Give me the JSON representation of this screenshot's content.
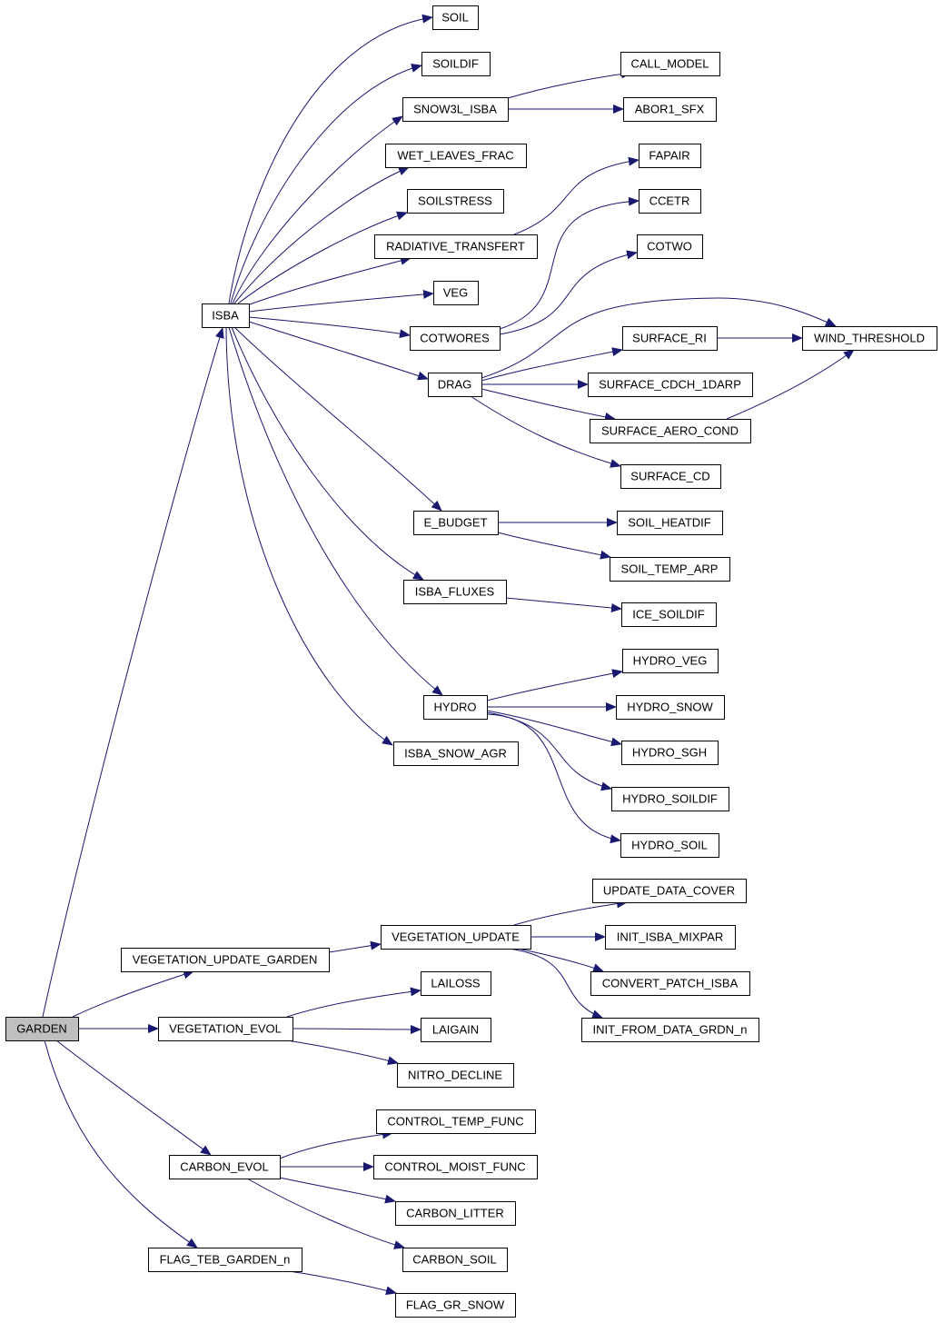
{
  "graph": {
    "root": "GARDEN",
    "nodes": [
      {
        "id": "GARDEN",
        "label": "GARDEN",
        "fill": "#bfbfbf",
        "border": "#000000"
      },
      {
        "id": "ISBA",
        "label": "ISBA"
      },
      {
        "id": "SOIL",
        "label": "SOIL"
      },
      {
        "id": "SOILDIF",
        "label": "SOILDIF"
      },
      {
        "id": "SNOW3L_ISBA",
        "label": "SNOW3L_ISBA"
      },
      {
        "id": "CALL_MODEL",
        "label": "CALL_MODEL",
        "border": "#ff0000"
      },
      {
        "id": "ABOR1_SFX",
        "label": "ABOR1_SFX",
        "border": "#ff0000"
      },
      {
        "id": "WET_LEAVES_FRAC",
        "label": "WET_LEAVES_FRAC"
      },
      {
        "id": "FAPAIR",
        "label": "FAPAIR",
        "border": "#ff0000"
      },
      {
        "id": "SOILSTRESS",
        "label": "SOILSTRESS"
      },
      {
        "id": "CCETR",
        "label": "CCETR"
      },
      {
        "id": "RADIATIVE_TRANSFERT",
        "label": "RADIATIVE_TRANSFERT"
      },
      {
        "id": "COTWO",
        "label": "COTWO"
      },
      {
        "id": "VEG",
        "label": "VEG"
      },
      {
        "id": "COTWORES",
        "label": "COTWORES"
      },
      {
        "id": "SURFACE_RI",
        "label": "SURFACE_RI"
      },
      {
        "id": "WIND_THRESHOLD",
        "label": "WIND_THRESHOLD"
      },
      {
        "id": "DRAG",
        "label": "DRAG"
      },
      {
        "id": "SURFACE_CDCH_1DARP",
        "label": "SURFACE_CDCH_1DARP"
      },
      {
        "id": "SURFACE_AERO_COND",
        "label": "SURFACE_AERO_COND"
      },
      {
        "id": "SURFACE_CD",
        "label": "SURFACE_CD"
      },
      {
        "id": "E_BUDGET",
        "label": "E_BUDGET"
      },
      {
        "id": "SOIL_HEATDIF",
        "label": "SOIL_HEATDIF",
        "border": "#ff0000"
      },
      {
        "id": "SOIL_TEMP_ARP",
        "label": "SOIL_TEMP_ARP",
        "border": "#ff0000"
      },
      {
        "id": "ISBA_FLUXES",
        "label": "ISBA_FLUXES"
      },
      {
        "id": "ICE_SOILDIF",
        "label": "ICE_SOILDIF"
      },
      {
        "id": "HYDRO_VEG",
        "label": "HYDRO_VEG"
      },
      {
        "id": "HYDRO",
        "label": "HYDRO"
      },
      {
        "id": "HYDRO_SNOW",
        "label": "HYDRO_SNOW"
      },
      {
        "id": "HYDRO_SGH",
        "label": "HYDRO_SGH",
        "border": "#ff0000"
      },
      {
        "id": "ISBA_SNOW_AGR",
        "label": "ISBA_SNOW_AGR"
      },
      {
        "id": "HYDRO_SOILDIF",
        "label": "HYDRO_SOILDIF"
      },
      {
        "id": "HYDRO_SOIL",
        "label": "HYDRO_SOIL"
      },
      {
        "id": "UPDATE_DATA_COVER",
        "label": "UPDATE_DATA_COVER",
        "border": "#ff0000"
      },
      {
        "id": "VEGETATION_UPDATE",
        "label": "VEGETATION_UPDATE",
        "border": "#ff0000"
      },
      {
        "id": "INIT_ISBA_MIXPAR",
        "label": "INIT_ISBA_MIXPAR",
        "border": "#ff0000"
      },
      {
        "id": "VEGETATION_UPDATE_GARDEN",
        "label": "VEGETATION_UPDATE_GARDEN"
      },
      {
        "id": "CONVERT_PATCH_ISBA",
        "label": "CONVERT_PATCH_ISBA",
        "border": "#ff0000"
      },
      {
        "id": "LAILOSS",
        "label": "LAILOSS"
      },
      {
        "id": "INIT_FROM_DATA_GRDN_n",
        "label": "INIT_FROM_DATA_GRDN_n"
      },
      {
        "id": "VEGETATION_EVOL",
        "label": "VEGETATION_EVOL"
      },
      {
        "id": "LAIGAIN",
        "label": "LAIGAIN"
      },
      {
        "id": "NITRO_DECLINE",
        "label": "NITRO_DECLINE"
      },
      {
        "id": "CONTROL_TEMP_FUNC",
        "label": "CONTROL_TEMP_FUNC"
      },
      {
        "id": "CARBON_EVOL",
        "label": "CARBON_EVOL"
      },
      {
        "id": "CONTROL_MOIST_FUNC",
        "label": "CONTROL_MOIST_FUNC"
      },
      {
        "id": "CARBON_LITTER",
        "label": "CARBON_LITTER"
      },
      {
        "id": "FLAG_TEB_GARDEN_n",
        "label": "FLAG_TEB_GARDEN_n"
      },
      {
        "id": "CARBON_SOIL",
        "label": "CARBON_SOIL"
      },
      {
        "id": "FLAG_GR_SNOW",
        "label": "FLAG_GR_SNOW"
      }
    ],
    "edges": [
      {
        "from": "GARDEN",
        "to": "ISBA"
      },
      {
        "from": "ISBA",
        "to": "SOIL"
      },
      {
        "from": "ISBA",
        "to": "SOILDIF"
      },
      {
        "from": "ISBA",
        "to": "SNOW3L_ISBA"
      },
      {
        "from": "ISBA",
        "to": "WET_LEAVES_FRAC"
      },
      {
        "from": "ISBA",
        "to": "SOILSTRESS"
      },
      {
        "from": "ISBA",
        "to": "RADIATIVE_TRANSFERT"
      },
      {
        "from": "ISBA",
        "to": "VEG"
      },
      {
        "from": "ISBA",
        "to": "COTWORES"
      },
      {
        "from": "ISBA",
        "to": "DRAG"
      },
      {
        "from": "ISBA",
        "to": "E_BUDGET"
      },
      {
        "from": "ISBA",
        "to": "ISBA_FLUXES"
      },
      {
        "from": "ISBA",
        "to": "HYDRO"
      },
      {
        "from": "ISBA",
        "to": "ISBA_SNOW_AGR"
      },
      {
        "from": "SNOW3L_ISBA",
        "to": "CALL_MODEL"
      },
      {
        "from": "SNOW3L_ISBA",
        "to": "ABOR1_SFX"
      },
      {
        "from": "RADIATIVE_TRANSFERT",
        "to": "FAPAIR"
      },
      {
        "from": "COTWORES",
        "to": "CCETR"
      },
      {
        "from": "COTWORES",
        "to": "COTWO"
      },
      {
        "from": "DRAG",
        "to": "WIND_THRESHOLD"
      },
      {
        "from": "DRAG",
        "to": "SURFACE_RI"
      },
      {
        "from": "DRAG",
        "to": "SURFACE_CDCH_1DARP"
      },
      {
        "from": "DRAG",
        "to": "SURFACE_AERO_COND"
      },
      {
        "from": "DRAG",
        "to": "SURFACE_CD"
      },
      {
        "from": "SURFACE_RI",
        "to": "WIND_THRESHOLD"
      },
      {
        "from": "SURFACE_AERO_COND",
        "to": "WIND_THRESHOLD"
      },
      {
        "from": "E_BUDGET",
        "to": "SOIL_HEATDIF"
      },
      {
        "from": "E_BUDGET",
        "to": "SOIL_TEMP_ARP"
      },
      {
        "from": "ISBA_FLUXES",
        "to": "ICE_SOILDIF"
      },
      {
        "from": "HYDRO",
        "to": "HYDRO_VEG"
      },
      {
        "from": "HYDRO",
        "to": "HYDRO_SNOW"
      },
      {
        "from": "HYDRO",
        "to": "HYDRO_SGH"
      },
      {
        "from": "HYDRO",
        "to": "HYDRO_SOILDIF"
      },
      {
        "from": "HYDRO",
        "to": "HYDRO_SOIL"
      },
      {
        "from": "GARDEN",
        "to": "VEGETATION_UPDATE_GARDEN"
      },
      {
        "from": "VEGETATION_UPDATE_GARDEN",
        "to": "VEGETATION_UPDATE"
      },
      {
        "from": "VEGETATION_UPDATE",
        "to": "UPDATE_DATA_COVER"
      },
      {
        "from": "VEGETATION_UPDATE",
        "to": "INIT_ISBA_MIXPAR"
      },
      {
        "from": "VEGETATION_UPDATE",
        "to": "CONVERT_PATCH_ISBA"
      },
      {
        "from": "VEGETATION_UPDATE",
        "to": "INIT_FROM_DATA_GRDN_n"
      },
      {
        "from": "GARDEN",
        "to": "VEGETATION_EVOL"
      },
      {
        "from": "VEGETATION_EVOL",
        "to": "LAILOSS"
      },
      {
        "from": "VEGETATION_EVOL",
        "to": "LAIGAIN"
      },
      {
        "from": "VEGETATION_EVOL",
        "to": "NITRO_DECLINE"
      },
      {
        "from": "GARDEN",
        "to": "CARBON_EVOL"
      },
      {
        "from": "CARBON_EVOL",
        "to": "CONTROL_TEMP_FUNC"
      },
      {
        "from": "CARBON_EVOL",
        "to": "CONTROL_MOIST_FUNC"
      },
      {
        "from": "CARBON_EVOL",
        "to": "CARBON_LITTER"
      },
      {
        "from": "CARBON_EVOL",
        "to": "CARBON_SOIL"
      },
      {
        "from": "GARDEN",
        "to": "FLAG_TEB_GARDEN_n"
      },
      {
        "from": "FLAG_TEB_GARDEN_n",
        "to": "FLAG_GR_SNOW"
      }
    ]
  },
  "colors": {
    "edge": "#191970",
    "node_border": "#000000",
    "node_fill": "#ffffff",
    "external_border": "#ff0000",
    "root_fill": "#bfbfbf"
  }
}
